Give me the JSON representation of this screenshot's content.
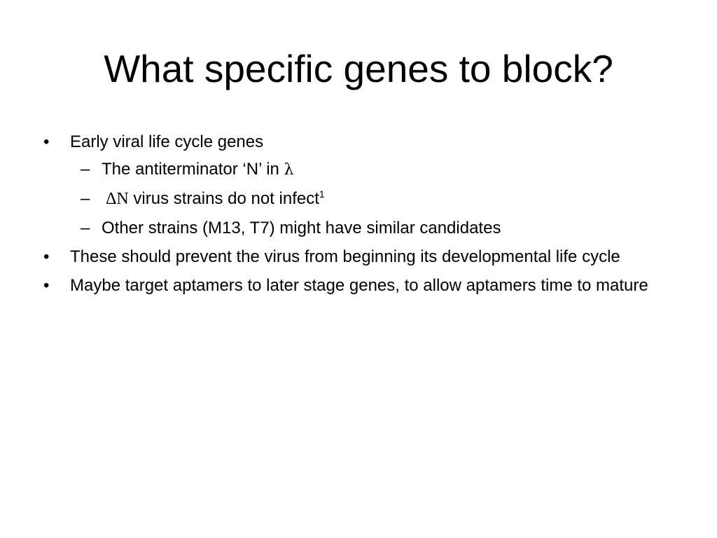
{
  "slide": {
    "title": "What specific genes to block?",
    "bullet_marker": "•",
    "dash_marker": "–",
    "bullets": [
      {
        "text": "Early viral life cycle genes",
        "subs": [
          {
            "text": "The antiterminator ‘N’ in ",
            "symbol": "λ"
          },
          {
            "symbol": "ΔN",
            "text": " virus strains do not infect",
            "superscript": "1"
          },
          {
            "text": "Other strains (M13, T7) might have similar candidates"
          }
        ]
      },
      {
        "text": "These should prevent the virus from beginning its developmental life cycle"
      },
      {
        "text": "Maybe target aptamers to later stage genes, to allow aptamers time to mature"
      }
    ]
  }
}
